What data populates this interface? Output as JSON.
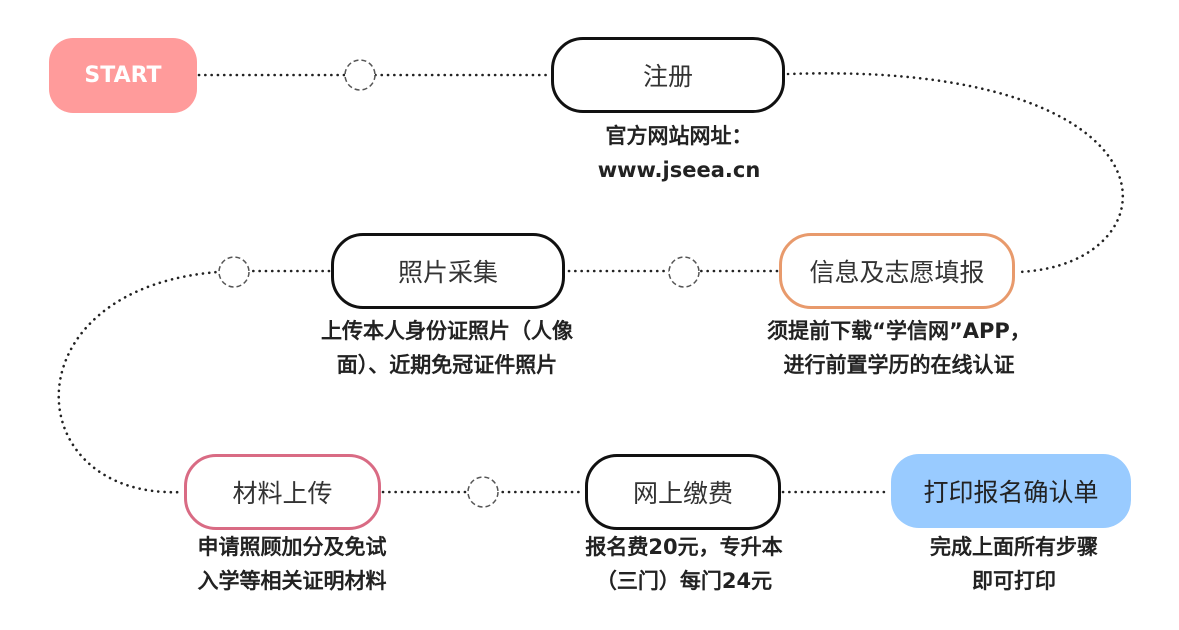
{
  "colors": {
    "start_fill": "#ff9b9b",
    "info_border": "#e89a6c",
    "upload_border": "#d96b84",
    "print_fill": "#99cbff",
    "connector": "#222222"
  },
  "nodes": {
    "start": "START",
    "register": "注册",
    "photo": "照片采集",
    "info": "信息及志愿填报",
    "upload": "材料上传",
    "pay": "网上缴费",
    "print": "打印报名确认单"
  },
  "notes": {
    "register": [
      "官方网站网址：",
      "www.jseea.cn"
    ],
    "photo": [
      "上传本人身份证照片（人像",
      "面）、近期免冠证件照片"
    ],
    "info": [
      "须提前下载“学信网”APP，",
      "进行前置学历的在线认证"
    ],
    "upload": [
      "申请照顾加分及免试",
      "入学等相关证明材料"
    ],
    "pay": [
      "报名费20元，专升本",
      "（三门）每门24元"
    ],
    "print": [
      "完成上面所有步骤",
      "即可打印"
    ]
  }
}
